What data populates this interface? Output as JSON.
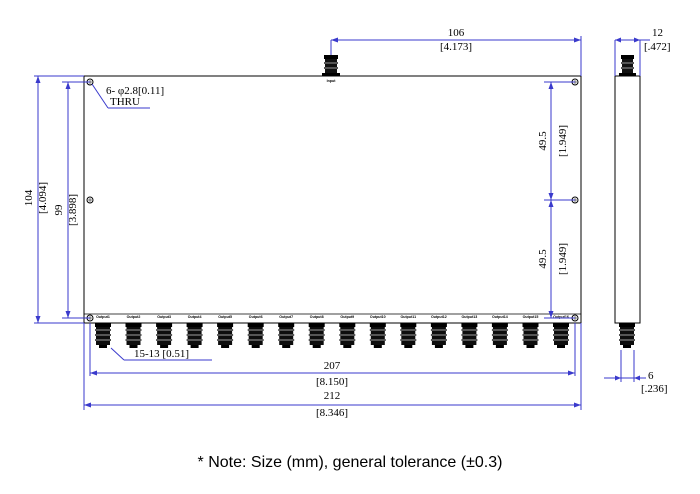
{
  "note": "* Note: Size (mm), general tolerance (±0.3)",
  "labels": {
    "input_port": "Input",
    "holes_line1": "6- φ2.8[0.11]",
    "holes_line2": "THRU",
    "dim_106": "106",
    "dim_106_in": "[4.173]",
    "dim_12": "12",
    "dim_12_in": "[.472]",
    "dim_104": "104",
    "dim_104_in": "[4.094]",
    "dim_99": "99",
    "dim_99_in": "[3.898]",
    "dim_49_5_top": "49.5",
    "dim_49_5_top_in": "[1.949]",
    "dim_49_5_bot": "49.5",
    "dim_49_5_bot_in": "[1.949]",
    "dim_15_13": "15-13 [0.51]",
    "dim_207": "207",
    "dim_207_in": "[8.150]",
    "dim_212": "212",
    "dim_212_in": "[8.346]",
    "dim_6": "6",
    "dim_6_in": "[.236]"
  },
  "outputs": [
    "Output1",
    "Output2",
    "Output3",
    "Output4",
    "Output5",
    "Output6",
    "Output7",
    "Output8",
    "Output9",
    "Output10",
    "Output11",
    "Output12",
    "Output13",
    "Output14",
    "Output15",
    "Output16"
  ]
}
